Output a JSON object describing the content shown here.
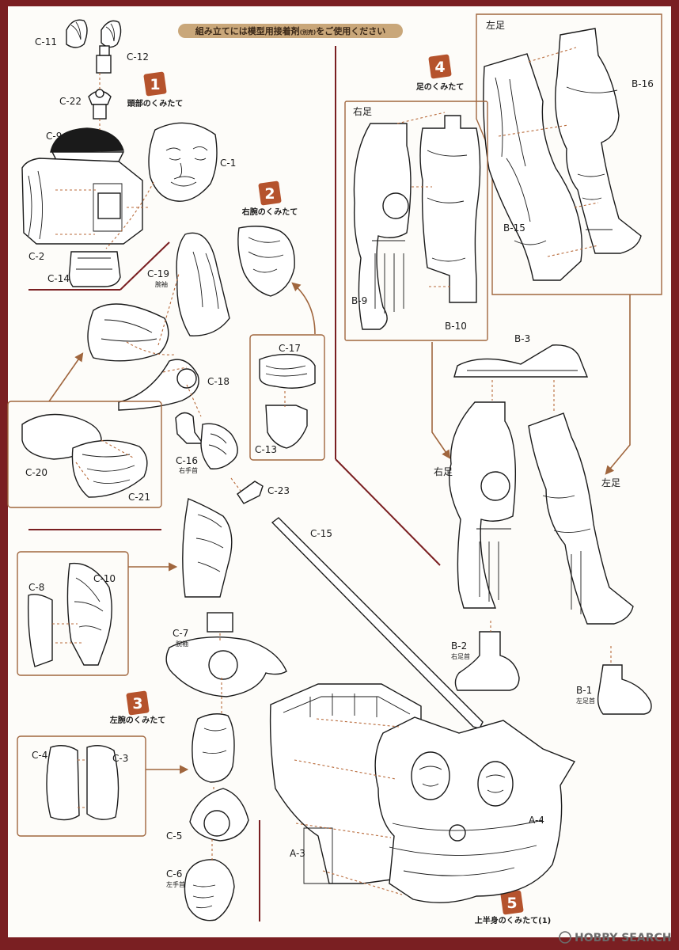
{
  "banner": {
    "text_pre": "組み立てには模型用接着剤",
    "text_small": "(別売)",
    "text_post": "をご使用ください"
  },
  "steps": [
    {
      "number": "1",
      "title": "頭部のくみたて"
    },
    {
      "number": "2",
      "title": "右腕のくみたて"
    },
    {
      "number": "3",
      "title": "左腕のくみたて"
    },
    {
      "number": "4",
      "title": "足のくみたて"
    },
    {
      "number": "5",
      "title": "上半身のくみたて(1)"
    }
  ],
  "parts": {
    "c11": "C-11",
    "c12": "C-12",
    "c22": "C-22",
    "c9": "C-9",
    "c1": "C-1",
    "c2": "C-2",
    "c14": "C-14",
    "c19": "C-19",
    "c18": "C-18",
    "c17": "C-17",
    "c13": "C-13",
    "c16": "C-16",
    "c20": "C-20",
    "c21": "C-21",
    "c23": "C-23",
    "c15": "C-15",
    "c10": "C-10",
    "c8": "C-8",
    "c7": "C-7",
    "c4": "C-4",
    "c3": "C-3",
    "c5": "C-5",
    "c6": "C-6",
    "b16": "B-16",
    "b15": "B-15",
    "b9": "B-9",
    "b10": "B-10",
    "b3": "B-3",
    "b2": "B-2",
    "b1": "B-1",
    "a3": "A-3",
    "a4": "A-4"
  },
  "notes": {
    "c19_note": "腕袖",
    "c16_note": "右手首",
    "c7_note": "腕袖",
    "c6_note": "左手首",
    "b2_note": "右足首",
    "b1_note": "左足首"
  },
  "leg_labels": {
    "right_top": "右足",
    "left_top": "左足",
    "right_bottom": "右足",
    "left_bottom": "左足"
  },
  "watermark": {
    "text": "HOBBY SEARCH"
  },
  "colors": {
    "frame_border": "#7a1f22",
    "step_badge": "#b5532d",
    "guide_line": "#b86a3a",
    "banner": "#c9a77a"
  }
}
